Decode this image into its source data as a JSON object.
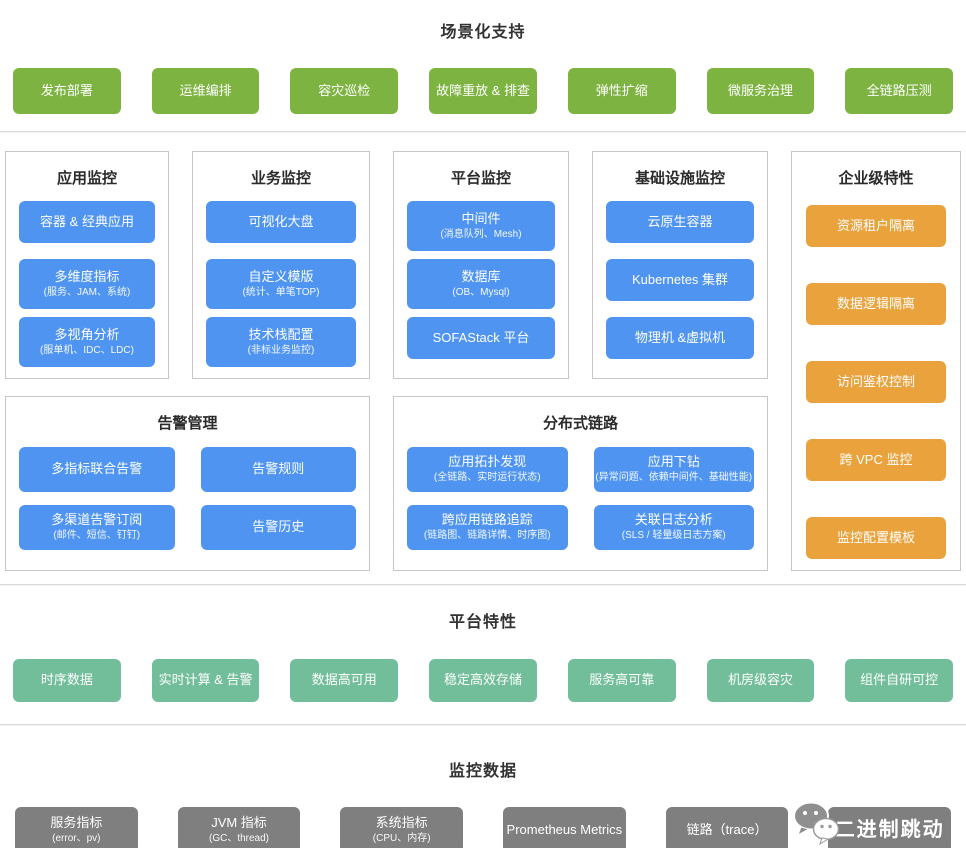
{
  "colors": {
    "scenario_green": "#7db340",
    "feature_blue": "#4e94f0",
    "enterprise_orange": "#e9a23c",
    "platform_teal": "#72bd9a",
    "data_gray": "#7f7f7f"
  },
  "scenario_support": {
    "title": "场景化支持",
    "items": [
      "发布部署",
      "运维编排",
      "容灾巡检",
      "故障重放 & 排查",
      "弹性扩缩",
      "微服务治理",
      "全链路压测"
    ]
  },
  "monitoring_columns": [
    {
      "title": "应用监控",
      "items": [
        {
          "label": "容器 & 经典应用"
        },
        {
          "label": "多维度指标",
          "sub": "(服务、JAM、系统)"
        },
        {
          "label": "多视角分析",
          "sub": "(服单机、IDC、LDC)"
        }
      ]
    },
    {
      "title": "业务监控",
      "items": [
        {
          "label": "可视化大盘"
        },
        {
          "label": "自定义模版",
          "sub": "(统计、单笔TOP)"
        },
        {
          "label": "技术栈配置",
          "sub": "(非标业务监控)"
        }
      ]
    },
    {
      "title": "平台监控",
      "items": [
        {
          "label": "中间件",
          "sub": "(消息队列、Mesh)"
        },
        {
          "label": "数据库",
          "sub": "(OB、Mysql)"
        },
        {
          "label": "SOFAStack 平台"
        }
      ]
    },
    {
      "title": "基础设施监控",
      "items": [
        {
          "label": "云原生容器"
        },
        {
          "label": "Kubernetes 集群"
        },
        {
          "label": "物理机 &虚拟机"
        }
      ]
    }
  ],
  "enterprise_features": {
    "title": "企业级特性",
    "items": [
      "资源租户隔离",
      "数据逻辑隔离",
      "访问鉴权控制",
      "跨 VPC 监控",
      "监控配置模板"
    ]
  },
  "alert_management": {
    "title": "告警管理",
    "items": [
      {
        "label": "多指标联合告警"
      },
      {
        "label": "告警规则"
      },
      {
        "label": "多渠道告警订阅",
        "sub": "(邮件、短信、钉钉)"
      },
      {
        "label": "告警历史"
      }
    ]
  },
  "distributed_tracing": {
    "title": "分布式链路",
    "items": [
      {
        "label": "应用拓扑发现",
        "sub": "(全链路、实时运行状态)"
      },
      {
        "label": "应用下钻",
        "sub": "(异常问题、依赖中间件、基础性能)"
      },
      {
        "label": "跨应用链路追踪",
        "sub": "(链路图、链路详情、时序图)"
      },
      {
        "label": "关联日志分析",
        "sub": "(SLS / 轻量级日志方案)"
      }
    ]
  },
  "platform_features": {
    "title": "平台特性",
    "items": [
      "时序数据",
      "实时计算 & 告警",
      "数据高可用",
      "稳定高效存储",
      "服务高可靠",
      "机房级容灾",
      "组件自研可控"
    ]
  },
  "monitoring_data": {
    "title": "监控数据",
    "items": [
      {
        "label": "服务指标",
        "sub": "(error、pv)"
      },
      {
        "label": "JVM 指标",
        "sub": "(GC、thread)"
      },
      {
        "label": "系统指标",
        "sub": "(CPU、内存)"
      },
      {
        "label": "Prometheus Metrics"
      },
      {
        "label": "链路（trace）"
      }
    ]
  },
  "watermark": {
    "text": "二进制跳动",
    "icon": "wechat-icon"
  }
}
